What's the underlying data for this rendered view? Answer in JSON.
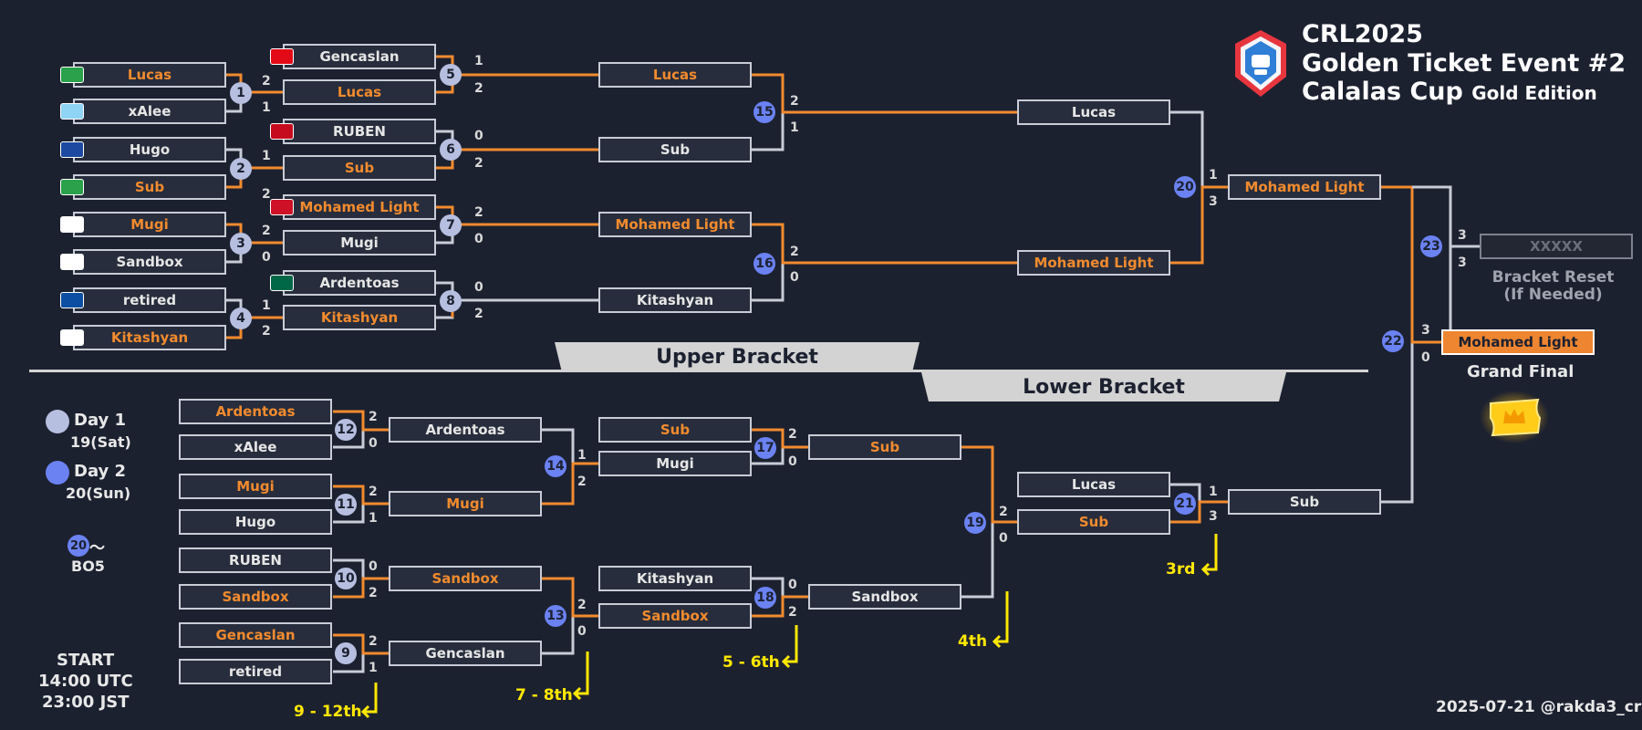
{
  "title": {
    "line1": "CRL2025",
    "line2": "Golden Ticket Event #2",
    "line3": "Calalas Cup",
    "edition": "Gold Edition"
  },
  "sections": {
    "upper": "Upper Bracket",
    "lower": "Lower Bracket"
  },
  "legend": {
    "day1": "Day 1",
    "day1_date": "19(Sat)",
    "day2": "Day 2",
    "day2_date": "20(Sun)",
    "bo_match": "20",
    "bo_suffix": "～",
    "bo_format": "BO5"
  },
  "start": {
    "label": "START",
    "utc": "14:00 UTC",
    "jst": "23:00 JST"
  },
  "footer": "2025-07-21 @rakda3_cr",
  "grand_final": {
    "label": "Grand Final",
    "reset_label": "Bracket Reset",
    "reset_note": "(If Needed)",
    "reset_placeholder": "XXXXX"
  },
  "flag_colors": {
    "brazil": "#2aa14a",
    "argentina": "#8fd3f5",
    "france": "#1d4aa0",
    "japan": "#ffffff",
    "korea": "#ffffff",
    "turkey": "#e30a17",
    "spain": "#c60b1e",
    "egypt": "#ce1126",
    "mexico": "#006847",
    "slovakia": "#0b4ea2"
  },
  "colors": {
    "winner": "#f28b2e",
    "loser": "#c8ccd6",
    "day1": "#b7bfe0",
    "day2": "#6b82f2",
    "place": "#ffe800"
  },
  "teams": {
    "r1a1": "Lucas",
    "r1a2": "xAlee",
    "r1b1": "Hugo",
    "r1b2": "Sub",
    "r1c1": "Mugi",
    "r1c2": "Sandbox",
    "r1d1": "retired",
    "r1d2": "Kitashyan",
    "r2a1": "Gencaslan",
    "r2a2": "Lucas",
    "r2b1": "RUBEN",
    "r2b2": "Sub",
    "r2c1": "Mohamed Light",
    "r2c2": "Mugi",
    "r2d1": "Ardentoas",
    "r2d2": "Kitashyan",
    "r3a1": "Lucas",
    "r3a2": "Sub",
    "r3b1": "Mohamed Light",
    "r3b2": "Kitashyan",
    "r4a1": "Lucas",
    "r4a2": "Mohamed Light",
    "r5a": "Mohamed Light",
    "gf": "Mohamed Light",
    "l1a1": "Ardentoas",
    "l1a2": "xAlee",
    "l1b1": "Mugi",
    "l1b2": "Hugo",
    "l1c1": "RUBEN",
    "l1c2": "Sandbox",
    "l1d1": "Gencaslan",
    "l1d2": "retired",
    "l2a1": "Ardentoas",
    "l2a2": "Mugi",
    "l2b1": "Sandbox",
    "l2b2": "Gencaslan",
    "l3a1": "Sub",
    "l3a2": "Mugi",
    "l3b1": "Kitashyan",
    "l3b2": "Sandbox",
    "l4a1": "Sub",
    "l4a2": "Sandbox",
    "l5a1": "Lucas",
    "l5a2": "Sub",
    "l6a": "Sub"
  },
  "scores": {
    "m1": [
      "2",
      "1"
    ],
    "m2": [
      "1",
      "2"
    ],
    "m3": [
      "2",
      "0"
    ],
    "m4": [
      "1",
      "2"
    ],
    "m5": [
      "1",
      "2"
    ],
    "m6": [
      "0",
      "2"
    ],
    "m7": [
      "2",
      "0"
    ],
    "m8": [
      "0",
      "2"
    ],
    "m15": [
      "2",
      "1"
    ],
    "m16": [
      "2",
      "0"
    ],
    "m20": [
      "1",
      "3"
    ],
    "m22": [
      "3",
      "0"
    ],
    "m23": [
      "3",
      "3"
    ],
    "m12": [
      "2",
      "0"
    ],
    "m11": [
      "2",
      "1"
    ],
    "m10": [
      "0",
      "2"
    ],
    "m9": [
      "2",
      "1"
    ],
    "m14": [
      "1",
      "2"
    ],
    "m13": [
      "2",
      "0"
    ],
    "m17": [
      "2",
      "0"
    ],
    "m18": [
      "0",
      "2"
    ],
    "m19": [
      "2",
      "0"
    ],
    "m21": [
      "1",
      "3"
    ]
  },
  "match_numbers": {
    "m1": "1",
    "m2": "2",
    "m3": "3",
    "m4": "4",
    "m5": "5",
    "m6": "6",
    "m7": "7",
    "m8": "8",
    "m9": "9",
    "m10": "10",
    "m11": "11",
    "m12": "12",
    "m13": "13",
    "m14": "14",
    "m15": "15",
    "m16": "16",
    "m17": "17",
    "m18": "18",
    "m19": "19",
    "m20": "20",
    "m21": "21",
    "m22": "22",
    "m23": "23"
  },
  "placements": {
    "p912": "9 - 12th",
    "p78": "7 - 8th",
    "p56": "5 - 6th",
    "p4": "4th",
    "p3": "3rd"
  }
}
